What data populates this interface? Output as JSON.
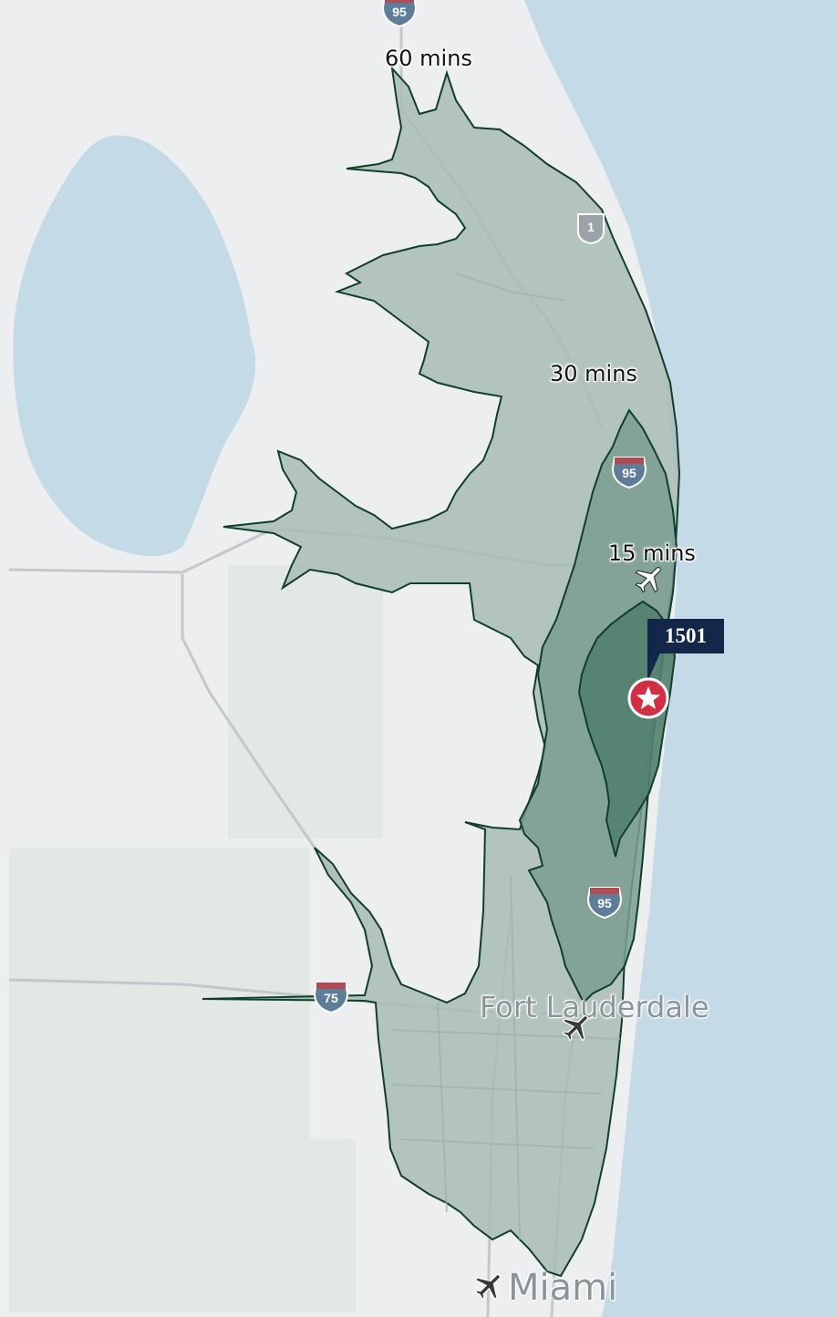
{
  "map": {
    "colors": {
      "land": "#eceeef",
      "water": "#c5dae7",
      "zone_60": "#a9bcb6",
      "zone_30": "#7a9e91",
      "zone_15": "#517f6e",
      "zone_border": "#0f3e2b",
      "site_marker": "#d22f45",
      "flag": "#13274a"
    },
    "drive_time_labels": {
      "zone_60": "60 mins",
      "zone_30": "30 mins",
      "zone_15": "15 mins"
    },
    "cities": {
      "fort_lauderdale": "Fort Lauderdale",
      "miami": "Miami"
    },
    "highway_shields": {
      "i95_north": "95",
      "us1": "1",
      "i95_mid": "95",
      "i95_south": "95",
      "i75": "75"
    },
    "site_flag_label": "1501",
    "icons": {
      "site": "star-pin-icon",
      "airport": "airplane-icon",
      "interstate": "interstate-shield-icon",
      "us_route": "us-route-shield-icon"
    }
  }
}
